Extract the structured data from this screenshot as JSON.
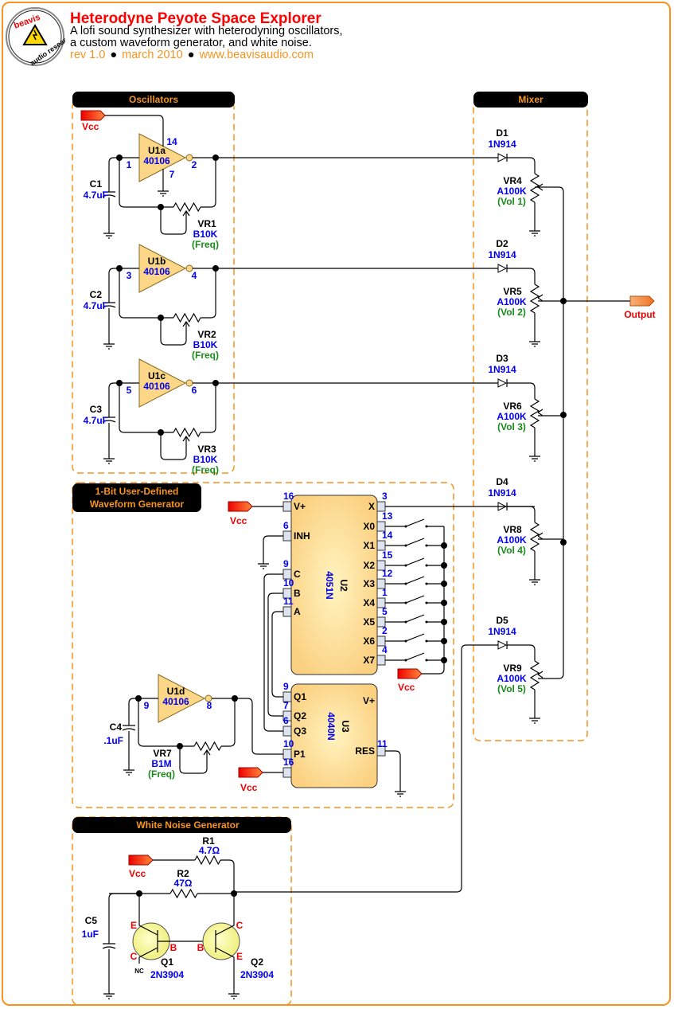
{
  "header": {
    "title": "Heterodyne Peyote Space Explorer",
    "subtitle_line1": "A lofi sound synthesizer with heterodyning oscillators,",
    "subtitle_line2": "a custom waveform generator, and white noise.",
    "rev": "rev 1.0",
    "date": "march 2010",
    "url": "www.beavisaudio.com",
    "logo_text_top": "beavis",
    "logo_text_side": "audio research"
  },
  "colors": {
    "accent": "#f7941d",
    "title": "#ff0000",
    "part_value": "#0000ee",
    "part_note": "#1a8a1a",
    "ic_fill": "#fbd787"
  },
  "sections": {
    "oscillators": "Oscillators",
    "mixer": "Mixer",
    "waveform_line1": "1-Bit User-Defined",
    "waveform_line2": "Waveform Generator",
    "noise": "White Noise Generator"
  },
  "power": {
    "vcc": "Vcc",
    "output": "Output"
  },
  "oscillators": [
    {
      "gate": "U1a",
      "part": "40106",
      "pin_in": "1",
      "pin_out": "2",
      "pin_vdd": "14",
      "pin_gnd": "7",
      "cap": "C1",
      "cap_value": "4.7uF",
      "pot": "VR1",
      "pot_value": "B10K",
      "pot_note": "(Freq)"
    },
    {
      "gate": "U1b",
      "part": "40106",
      "pin_in": "3",
      "pin_out": "4",
      "cap": "C2",
      "cap_value": "4.7uF",
      "pot": "VR2",
      "pot_value": "B10K",
      "pot_note": "(Freq)"
    },
    {
      "gate": "U1c",
      "part": "40106",
      "pin_in": "5",
      "pin_out": "6",
      "cap": "C3",
      "cap_value": "4.7uF",
      "pot": "VR3",
      "pot_value": "B10K",
      "pot_note": "(Freq)"
    }
  ],
  "mixer": [
    {
      "diode": "D1",
      "diode_value": "1N914",
      "pot": "VR4",
      "pot_value": "A100K",
      "pot_note": "(Vol 1)"
    },
    {
      "diode": "D2",
      "diode_value": "1N914",
      "pot": "VR5",
      "pot_value": "A100K",
      "pot_note": "(Vol 2)"
    },
    {
      "diode": "D3",
      "diode_value": "1N914",
      "pot": "VR6",
      "pot_value": "A100K",
      "pot_note": "(Vol 3)"
    },
    {
      "diode": "D4",
      "diode_value": "1N914",
      "pot": "VR8",
      "pot_value": "A100K",
      "pot_note": "(Vol 4)"
    },
    {
      "diode": "D5",
      "diode_value": "1N914",
      "pot": "VR9",
      "pot_value": "A100K",
      "pot_note": "(Vol 5)"
    }
  ],
  "waveform": {
    "u2": {
      "ref": "U2",
      "part": "4051N",
      "left_pins": [
        {
          "num": "16",
          "name": "V+"
        },
        {
          "num": "6",
          "name": "INH"
        },
        {
          "num": "9",
          "name": "C"
        },
        {
          "num": "10",
          "name": "B"
        },
        {
          "num": "11",
          "name": "A"
        }
      ],
      "right_pins": [
        {
          "num": "3",
          "name": "X"
        },
        {
          "num": "13",
          "name": "X0"
        },
        {
          "num": "14",
          "name": "X1"
        },
        {
          "num": "15",
          "name": "X2"
        },
        {
          "num": "12",
          "name": "X3"
        },
        {
          "num": "1",
          "name": "X4"
        },
        {
          "num": "5",
          "name": "X5"
        },
        {
          "num": "2",
          "name": "X6"
        },
        {
          "num": "4",
          "name": "X7"
        }
      ]
    },
    "u3": {
      "ref": "U3",
      "part": "4040N",
      "left_pins": [
        {
          "num": "9",
          "name": "Q1"
        },
        {
          "num": "7",
          "name": "Q2"
        },
        {
          "num": "6",
          "name": "Q3"
        },
        {
          "num": "10",
          "name": "P1"
        },
        {
          "num": "16",
          "name": ""
        }
      ],
      "right_pins": [
        {
          "num": "",
          "name": "V+"
        },
        {
          "num": "11",
          "name": "RES"
        }
      ]
    },
    "osc": {
      "gate": "U1d",
      "part": "40106",
      "pin_in": "9",
      "pin_out": "8",
      "cap": "C4",
      "cap_value": ".1uF",
      "pot": "VR7",
      "pot_value": "B1M",
      "pot_note": "(Freq)"
    }
  },
  "noise": {
    "r1": "R1",
    "r1_value": "4.7Ω",
    "r2": "R2",
    "r2_value": "47Ω",
    "c5": "C5",
    "c5_value": "1uF",
    "q1": "Q1",
    "q1_part": "2N3904",
    "q2": "Q2",
    "q2_part": "2N3904",
    "pin_e": "E",
    "pin_b": "B",
    "pin_c": "C",
    "nc": "NC"
  }
}
